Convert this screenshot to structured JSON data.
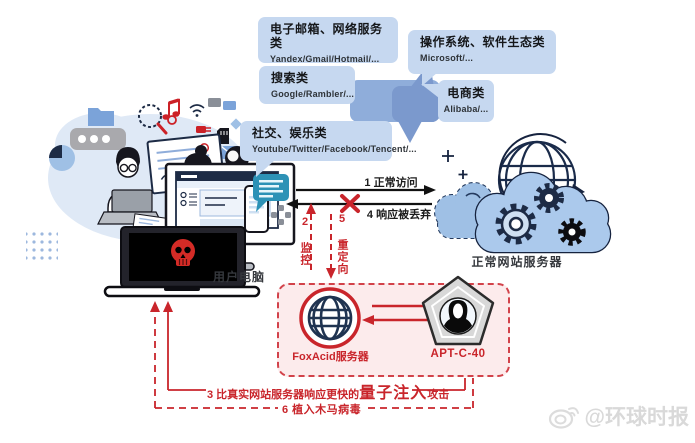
{
  "bubbles": [
    {
      "title": "电子邮箱、网络服务类",
      "sub": "Yandex/Gmail/Hotmail/..."
    },
    {
      "title": "操作系统、软件生态类",
      "sub": "Microsoft/..."
    },
    {
      "title": "搜索类",
      "sub": "Google/Rambler/..."
    },
    {
      "title": "电商类",
      "sub": "Alibaba/..."
    },
    {
      "title": "社交、娱乐类",
      "sub": "Youtube/Twitter/Facebook/Tencent/..."
    }
  ],
  "nodes": {
    "user_computer": "用户电脑",
    "normal_server": "正常网站服务器",
    "foxacid_server": "FoxAcid服务器",
    "apt_group": "APT-C-40"
  },
  "steps": {
    "step1": "1 正常访问",
    "step2": "2 监控",
    "step3_prefix": "3 比真实网站服务器响应更快的",
    "step3_emphasis": "量子注入",
    "step3_suffix": "攻击",
    "step4": "4 响应被丢弃",
    "step5": "5 重定向",
    "step6": "6 植入木马病毒"
  },
  "watermark": "@环球时报",
  "colors": {
    "accent_red": "#c9252b",
    "navy": "#1d2b45",
    "bubble_light": "#c6d8f0",
    "bubble_dark": "#8fadda",
    "teal": "#2d92b6",
    "pink_fill": "#fcebec"
  }
}
